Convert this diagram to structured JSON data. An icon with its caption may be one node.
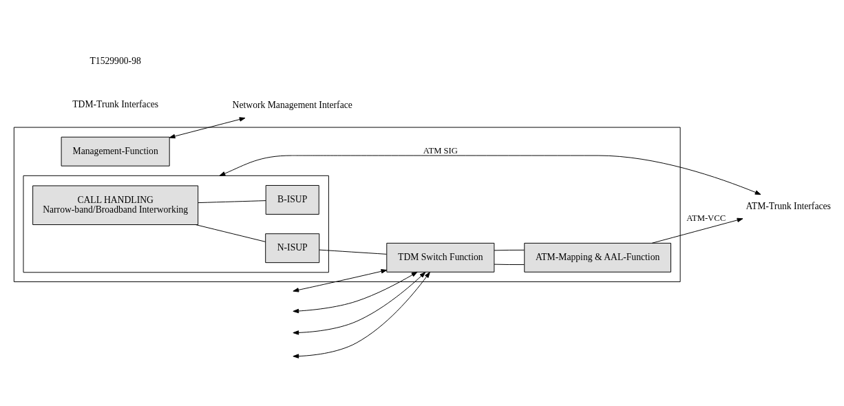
{
  "diagram": {
    "nodes": [
      {
        "text": [],
        "shape": "box"
      },
      {
        "text": [],
        "shape": "box",
        "in": 0
      },
      {
        "text": [
          "CALL HANDLING",
          "Narrow-band/Broadband Interworking"
        ],
        "in": 1
      },
      {
        "text": [
          "N-ISUP"
        ],
        "in": 1
      },
      {
        "text": [
          "B-ISUP"
        ],
        "in": 1
      },
      {
        "text": [
          "Management-Function"
        ],
        "in": 0
      },
      {
        "text": [
          "TDM Switch Function"
        ],
        "in": 0
      },
      {
        "text": [
          "ATM-Mapping & AAL-Function"
        ],
        "in": 0
      },
      {
        "text": [
          "Network Management Interface"
        ]
      },
      {
        "text": [
          "ATM-Trunk Interfaces"
        ]
      }
    ],
    "edges": [
      {
        "from": 2,
        "to": 3,
        "arrow": "none"
      },
      {
        "from": 2,
        "to": 4,
        "arrow": "none"
      },
      {
        "from": 3,
        "to": 6,
        "arrow": "none"
      },
      {
        "from": 6,
        "to": 7,
        "arrow": "none"
      },
      {
        "from": 6,
        "to": 7,
        "arrow": "none"
      },
      {
        "from": 5,
        "to": 8,
        "arrow": "both"
      },
      {
        "from": 9,
        "to": 1,
        "arrow": "both",
        "label": "ATM SIG"
      },
      {
        "from": 7,
        "to": 9,
        "arrow": "to",
        "label": "ATM-VCC"
      },
      {
        "from": null,
        "to": 6,
        "arrow": "both"
      },
      {
        "from": null,
        "to": 6,
        "arrow": "both"
      },
      {
        "from": null,
        "to": 6,
        "arrow": "both"
      },
      {
        "from": null,
        "to": 6,
        "arrow": "both"
      }
    ],
    "labels": [
      "TDM-Trunk Interfaces",
      "T1529900-98"
    ]
  }
}
